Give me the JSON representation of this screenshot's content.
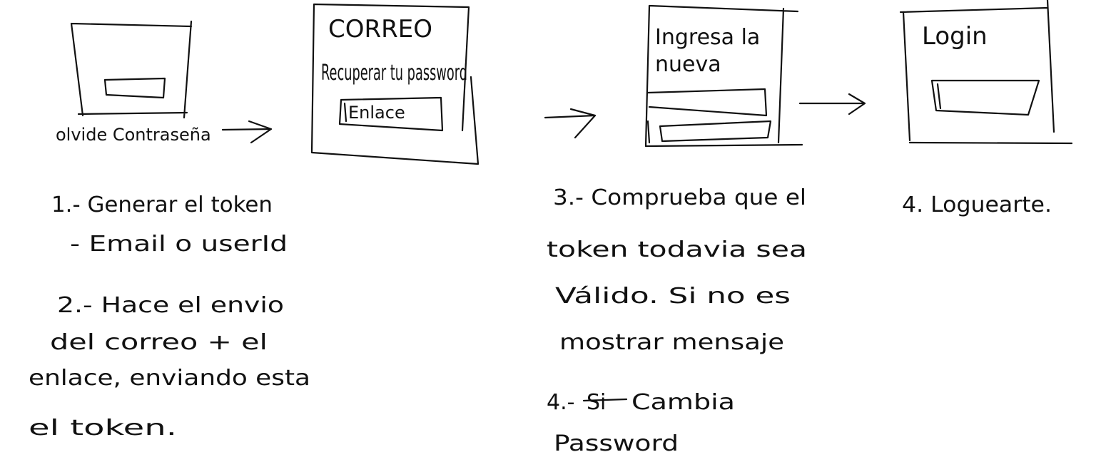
{
  "screens": {
    "forgot": {
      "link_text": "olvide Contraseña"
    },
    "email": {
      "title": "CORREO",
      "subtitle": "Recuperar tu password",
      "link_button": "Enlace"
    },
    "new_password": {
      "title_line1": "Ingresa la",
      "title_line2": "nueva"
    },
    "login": {
      "title": "Login"
    }
  },
  "notes": {
    "step1_line1": "1.- Generar el token",
    "step1_line2": "- Email o userId",
    "step2_line1": "2.- Hace el envio",
    "step2_line2": "del correo + el",
    "step2_line3": "enlace, enviando esta",
    "step2_line4": "el token.",
    "step3_line1": "3.- Comprueba que el",
    "step3_line2": "token todavia sea",
    "step3_line3": "Válido. Si no es",
    "step3_line4": "mostrar mensaje",
    "step4a_prefix": "4.-",
    "step4a_struck": "Si",
    "step4a_line1_rest": "Cambia",
    "step4a_line2": "Password",
    "step4b": "4. Loguearte."
  }
}
